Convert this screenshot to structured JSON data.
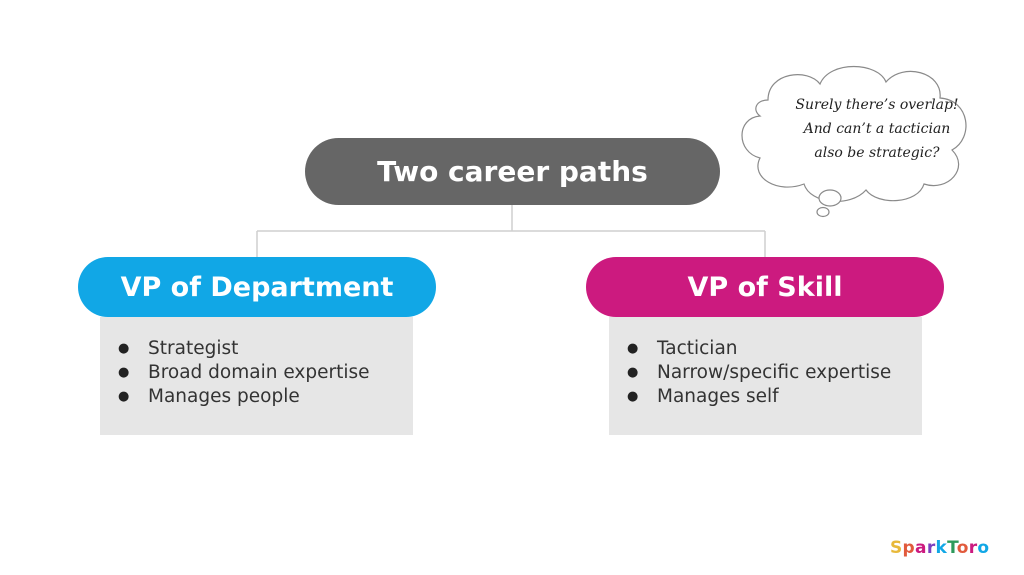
{
  "diagram": {
    "title": "Two career paths",
    "left": {
      "heading": "VP of Department",
      "items": [
        "Strategist",
        "Broad domain expertise",
        "Manages people"
      ]
    },
    "right": {
      "heading": "VP of Skill",
      "items": [
        "Tactician",
        "Narrow/specific expertise",
        "Manages self"
      ]
    },
    "thought_bubble": {
      "lines": [
        "Surely there’s overlap!",
        "And can’t a tactician",
        "also be strategic?"
      ]
    },
    "bullet_glyph": "●"
  },
  "brand": {
    "logo_text": "SparkToro",
    "logo_colors": [
      "#e8b93a",
      "#e15a3c",
      "#cc1a7f",
      "#7a3fbf",
      "#11a7e6",
      "#2e9a5c",
      "#e15a3c",
      "#cc1a7f",
      "#11a7e6"
    ]
  },
  "colors": {
    "root": "#666666",
    "left_accent": "#11a7e6",
    "right_accent": "#cc1a7f",
    "box_fill": "#e6e6e6"
  }
}
